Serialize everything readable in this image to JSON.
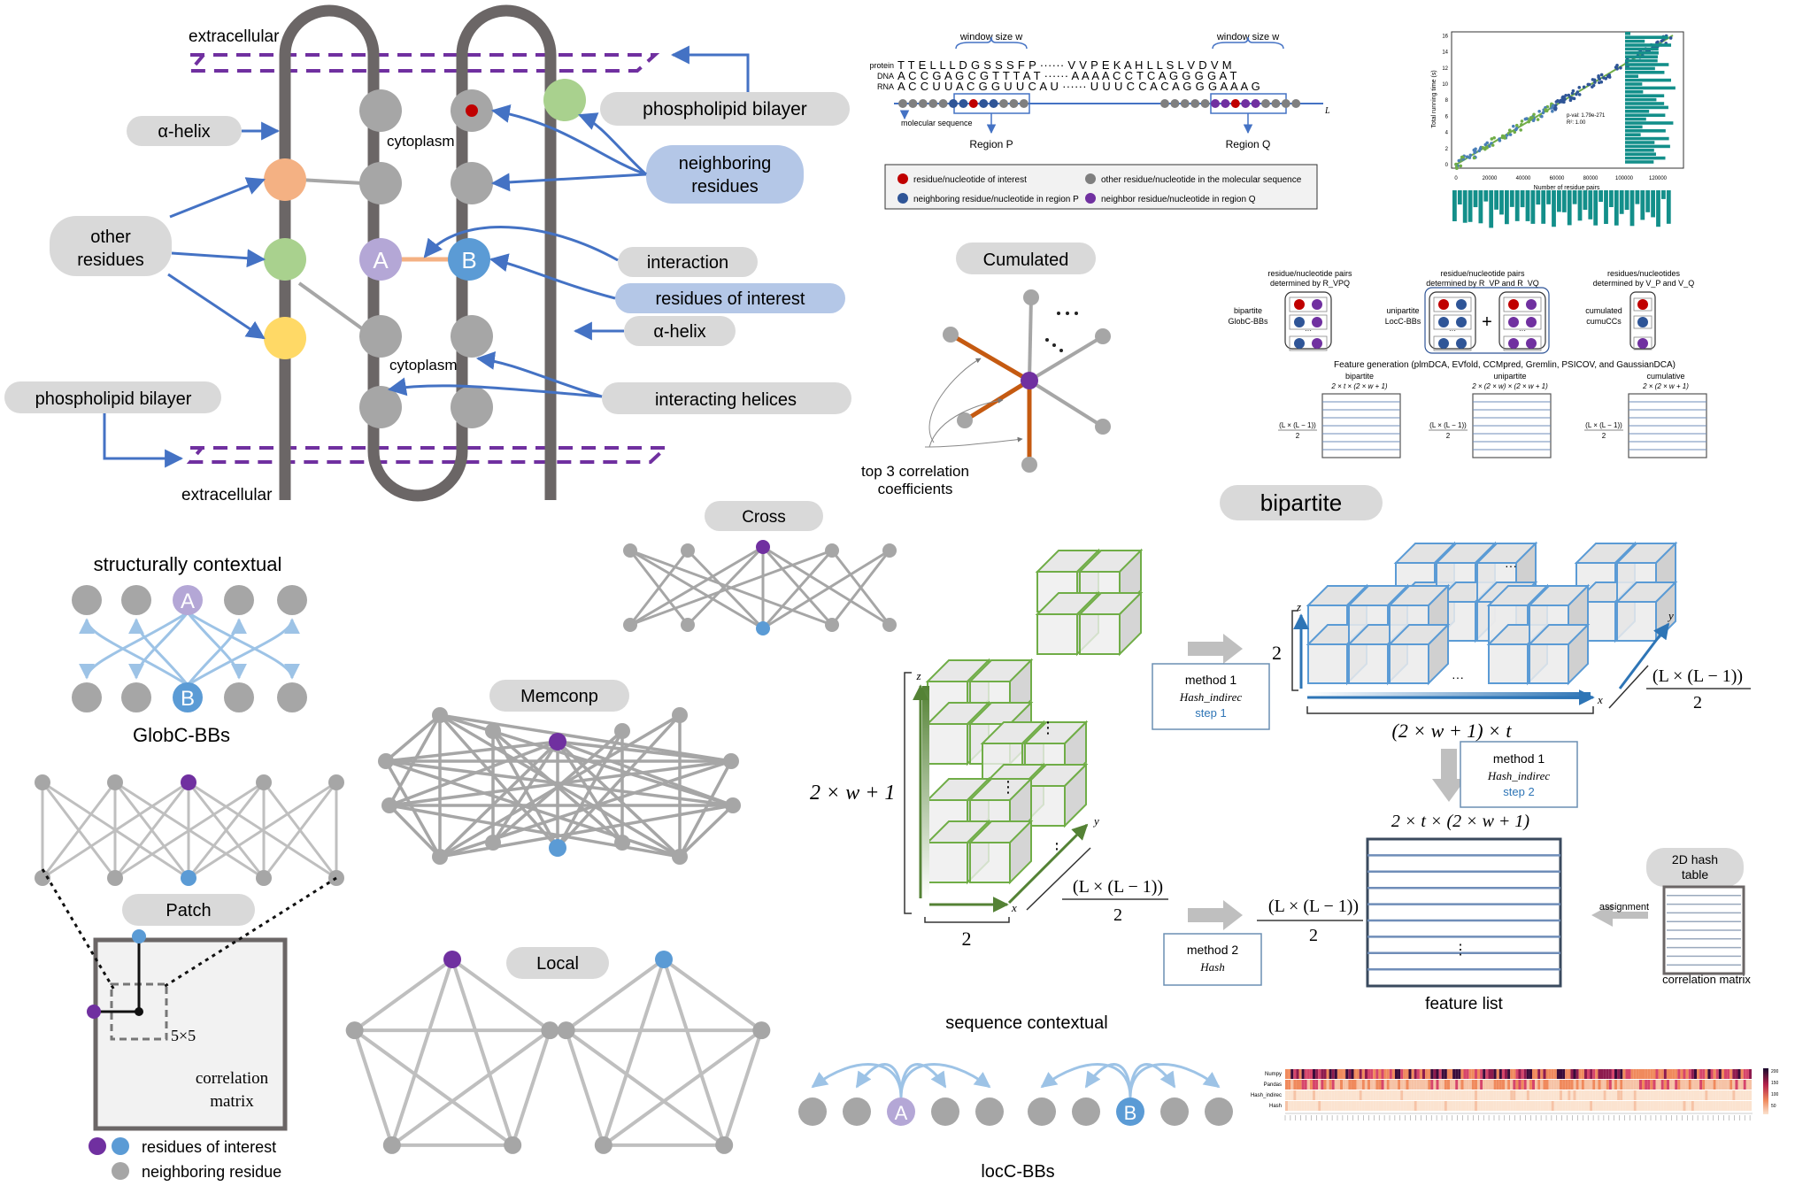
{
  "colors": {
    "helix": "#6b6666",
    "blue_arrow": "#4472c4",
    "pill_gray": "#d9d9d9",
    "pill_blue": "#b4c7e7",
    "orange": "#f4b183",
    "green": "#a9d18e",
    "yellow": "#ffd966",
    "lilac": "#b4a7d6",
    "blue_node": "#5b9bd5",
    "purple": "#7030a0",
    "gray_node": "#a6a6a6",
    "red_dot": "#c00000",
    "edge_orange": "#c55a11",
    "cube_green": "#70ad47",
    "cube_blue": "#5b9bd5"
  },
  "membrane": {
    "extracellular_top": "extracellular",
    "extracellular_bottom": "extracellular",
    "cytoplasm_top": "cytoplasm",
    "cytoplasm_bottom": "cytoplasm",
    "node_a": "A",
    "node_b": "B",
    "labels": {
      "alpha_helix_left": "α-helix",
      "other_residues_1": "other",
      "other_residues_2": "residues",
      "phospholipid_bilayer_left": "phospholipid bilayer",
      "phospholipid_bilayer_right": "phospholipid bilayer",
      "neighboring_residues_1": "neighboring",
      "neighboring_residues_2": "residues",
      "interaction": "interaction",
      "residues_of_interest": "residues of interest",
      "alpha_helix_right": "α-helix",
      "interacting_helices": "interacting helices"
    }
  },
  "sequence_panel": {
    "window_left": "window size w",
    "window_right": "window size w",
    "row_labels": [
      "protein",
      "DNA",
      "RNA"
    ],
    "protein": "T T E L L L D G S S S F P ······ V V P E K A H L L S L V D V M",
    "dna": "A C C G A G C G T T T A T ······ A A A A C C T C A G G G G A T",
    "rna": "A C C U U A C G G U U C A U ······ U U U C C A C A G G G A A A G",
    "end_label": "L",
    "molecular_sequence": "molecular sequence",
    "region_p": "Region P",
    "region_q": "Region Q",
    "legend": [
      "residue/nucleotide of interest",
      "other residue/nucleotide in the molecular sequence",
      "neighboring residue/nucleotide in region P",
      "neighbor residue/nucleotide in region Q"
    ]
  },
  "scatter_chart": {
    "ylabel": "Total running time (s)",
    "xlabel": "Number of residue pairs",
    "xticks": [
      "0",
      "20000",
      "40000",
      "60000",
      "80000",
      "100000",
      "120000"
    ],
    "yticks": [
      "0",
      "2",
      "4",
      "6",
      "8",
      "10",
      "12",
      "14",
      "16"
    ],
    "annotation_1": "p-val: 1.79e-271",
    "annotation_2": "R²: 1.00"
  },
  "cumulated": {
    "title": "Cumulated",
    "caption_1": "top 3 correlation",
    "caption_2": "coefficients"
  },
  "feature_gen": {
    "col1_head": [
      "residue/nucleotide pairs",
      "determined by R_VPQ"
    ],
    "col2_head": [
      "residue/nucleotide pairs",
      "determined by R_VP and R_VQ"
    ],
    "col3_head": [
      "residues/nucleotides",
      "determined by V_P and V_Q"
    ],
    "bipartite_label": [
      "bipartite",
      "GlobC-BBs"
    ],
    "unipartite_label": [
      "unipartite",
      "LocC-BBs"
    ],
    "cumulated_label": [
      "cumulated",
      "cumuCCs"
    ],
    "methods": "Feature generation (plmDCA, EVfold, CCMpred, Gremlin, PSICOV, and GaussianDCA)",
    "tables": [
      {
        "name": "bipartite",
        "dim": "2 × t × (2 × w + 1)"
      },
      {
        "name": "unipartite",
        "dim": "2 × (2 × w) × (2 × w + 1)"
      },
      {
        "name": "cumulative",
        "dim": "2 × (2 × w + 1)"
      }
    ],
    "row_label": "(L × (L − 1))",
    "row_label_den": "2"
  },
  "structural": {
    "title": "structurally contextual",
    "subtitle": "GlobC-BBs",
    "node_a": "A",
    "node_b": "B"
  },
  "cross": {
    "title": "Cross"
  },
  "memconp": {
    "title": "Memconp"
  },
  "patch": {
    "title": "Patch",
    "window": "5×5",
    "matrix_1": "correlation",
    "matrix_2": "matrix",
    "legend_interest": "residues of interest",
    "legend_neighbor": "neighboring residue"
  },
  "local": {
    "title": "Local"
  },
  "cubes": {
    "height_label": "2 × w + 1",
    "width_label": "2",
    "depth_num": "(L × (L − 1))",
    "depth_den": "2",
    "axis_x": "x",
    "axis_y": "y",
    "axis_z": "z"
  },
  "bipartite_panel": {
    "title": "bipartite",
    "height_label": "2",
    "width_label": "(2 × w + 1) × t",
    "depth_num": "(L × (L − 1))",
    "depth_den": "2",
    "method1_a": {
      "name": "method 1",
      "sub": "Hash_indirec",
      "step": "step 1"
    },
    "method1_b": {
      "name": "method 1",
      "sub": "Hash_indirec",
      "step": "step 2"
    },
    "method2": {
      "name": "method 2",
      "sub": "Hash"
    },
    "feature_dim": "2 × t × (2 × w + 1)",
    "feature_rows_num": "(L × (L − 1))",
    "feature_rows_den": "2",
    "feature_caption": "feature list",
    "hash_table_1": "2D hash",
    "hash_table_2": "table",
    "assignment": "assignment",
    "corr_matrix": "correlation matrix",
    "axis_x": "x",
    "axis_y": "y",
    "axis_z": "z"
  },
  "sequence_contextual": {
    "title": "sequence contextual",
    "subtitle": "locC-BBs",
    "node_a": "A",
    "node_b": "B"
  },
  "heatmap": {
    "rows": [
      "Numpy",
      "Pandas",
      "Hash_indirec",
      "Hash"
    ],
    "scale": [
      "200",
      "150",
      "100",
      "50"
    ]
  }
}
